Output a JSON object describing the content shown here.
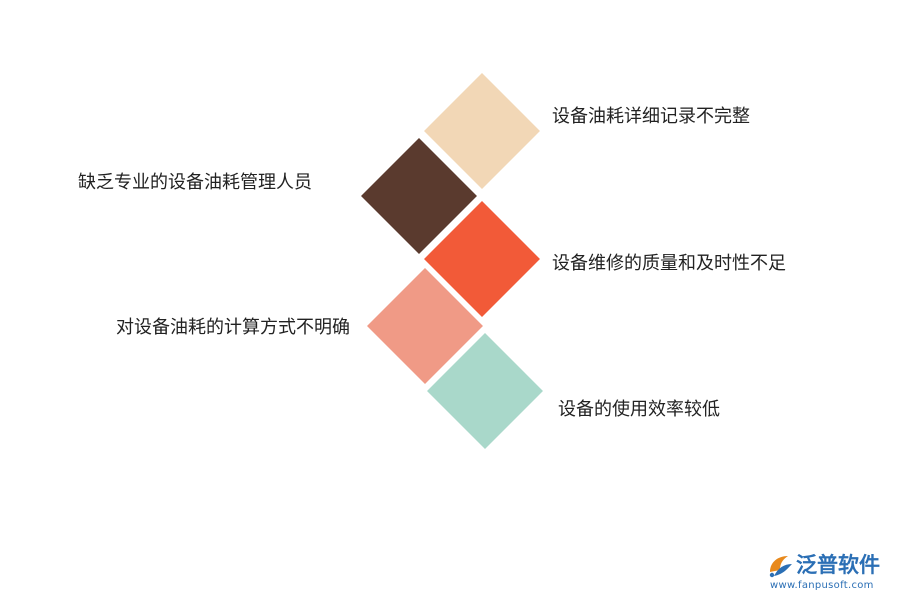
{
  "items": [
    {
      "label": "设备油耗详细记录不完整",
      "color": "#f2d7b6"
    },
    {
      "label": "缺乏专业的设备油耗管理人员",
      "color": "#5a3a2e"
    },
    {
      "label": "设备维修的质量和及时性不足",
      "color": "#f25a38"
    },
    {
      "label": "对设备油耗的计算方式不明确",
      "color": "#f09a86"
    },
    {
      "label": "设备的使用效率较低",
      "color": "#a9d8ca"
    }
  ],
  "logo": {
    "name": "泛普软件",
    "url": "www.fanpusoft.com",
    "color": "#2b6fb5"
  }
}
